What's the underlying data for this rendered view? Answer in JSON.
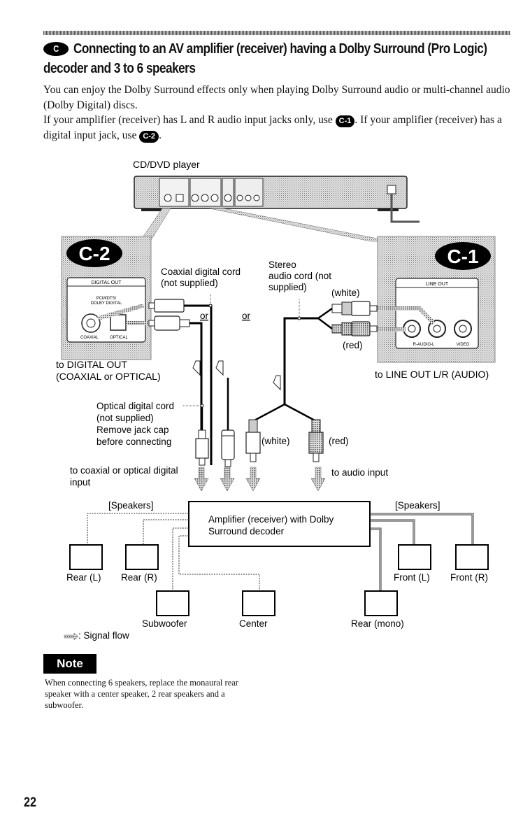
{
  "section": {
    "badge": "C",
    "title": "Connecting to an AV amplifier (receiver) having a Dolby Surround (Pro Logic) decoder and 3 to 6 speakers"
  },
  "intro": {
    "line1": "You can enjoy the Dolby Surround effects only when playing Dolby Surround audio or multi-channel audio (Dolby Digital) discs.",
    "line2_pre": "If your amplifier (receiver) has L and R audio input jacks only, use ",
    "line2_badge": "C-1",
    "line2_post": ". If your amplifier (receiver) has a digital input jack, use ",
    "line3_badge": "C-2",
    "line3_post": "."
  },
  "diagram": {
    "player_label": "CD/DVD player",
    "c2": {
      "badge": "C-2",
      "panel_title": "DIGITAL OUT",
      "panel_sub1": "PCM/DTS/",
      "panel_sub2": "DOLBY DIGITAL",
      "jack_coaxial": "COAXIAL",
      "jack_optical": "OPTICAL",
      "caption1": "to DIGITAL OUT",
      "caption2": "(COAXIAL or OPTICAL)"
    },
    "c1": {
      "badge": "C-1",
      "panel_title": "LINE OUT",
      "jack_audio": "R-AUDIO-L",
      "jack_video": "VIDEO",
      "caption": "to LINE OUT L/R (AUDIO)"
    },
    "coax_cord_1": "Coaxial digital cord",
    "coax_cord_2": "(not supplied)",
    "or_1": "or",
    "or_2": "or",
    "stereo_1": "Stereo",
    "stereo_2": "audio cord (not",
    "stereo_3": "supplied)",
    "white_top": "(white)",
    "red_top": "(red)",
    "optical_1": "Optical digital cord",
    "optical_2": "(not supplied)",
    "optical_3": "Remove jack cap",
    "optical_4": "before connecting",
    "white_bottom": "(white)",
    "red_bottom": "(red)",
    "to_digital_1": "to coaxial or optical digital",
    "to_digital_2": "input",
    "to_audio": "to audio input",
    "amp_1": "Amplifier (receiver) with Dolby",
    "amp_2": "Surround decoder",
    "speakers_left": "[Speakers]",
    "speakers_right": "[Speakers]",
    "speakers": {
      "rear_l": "Rear (L)",
      "rear_r": "Rear (R)",
      "front_l": "Front (L)",
      "front_r": "Front (R)",
      "subwoofer": "Subwoofer",
      "center": "Center",
      "rear_mono": "Rear (mono)"
    },
    "legend": ": Signal flow"
  },
  "note": {
    "heading": "Note",
    "text": "When connecting 6 speakers, replace the monaural rear speaker with a center speaker, 2 rear speakers and a subwoofer."
  },
  "page_number": "22"
}
